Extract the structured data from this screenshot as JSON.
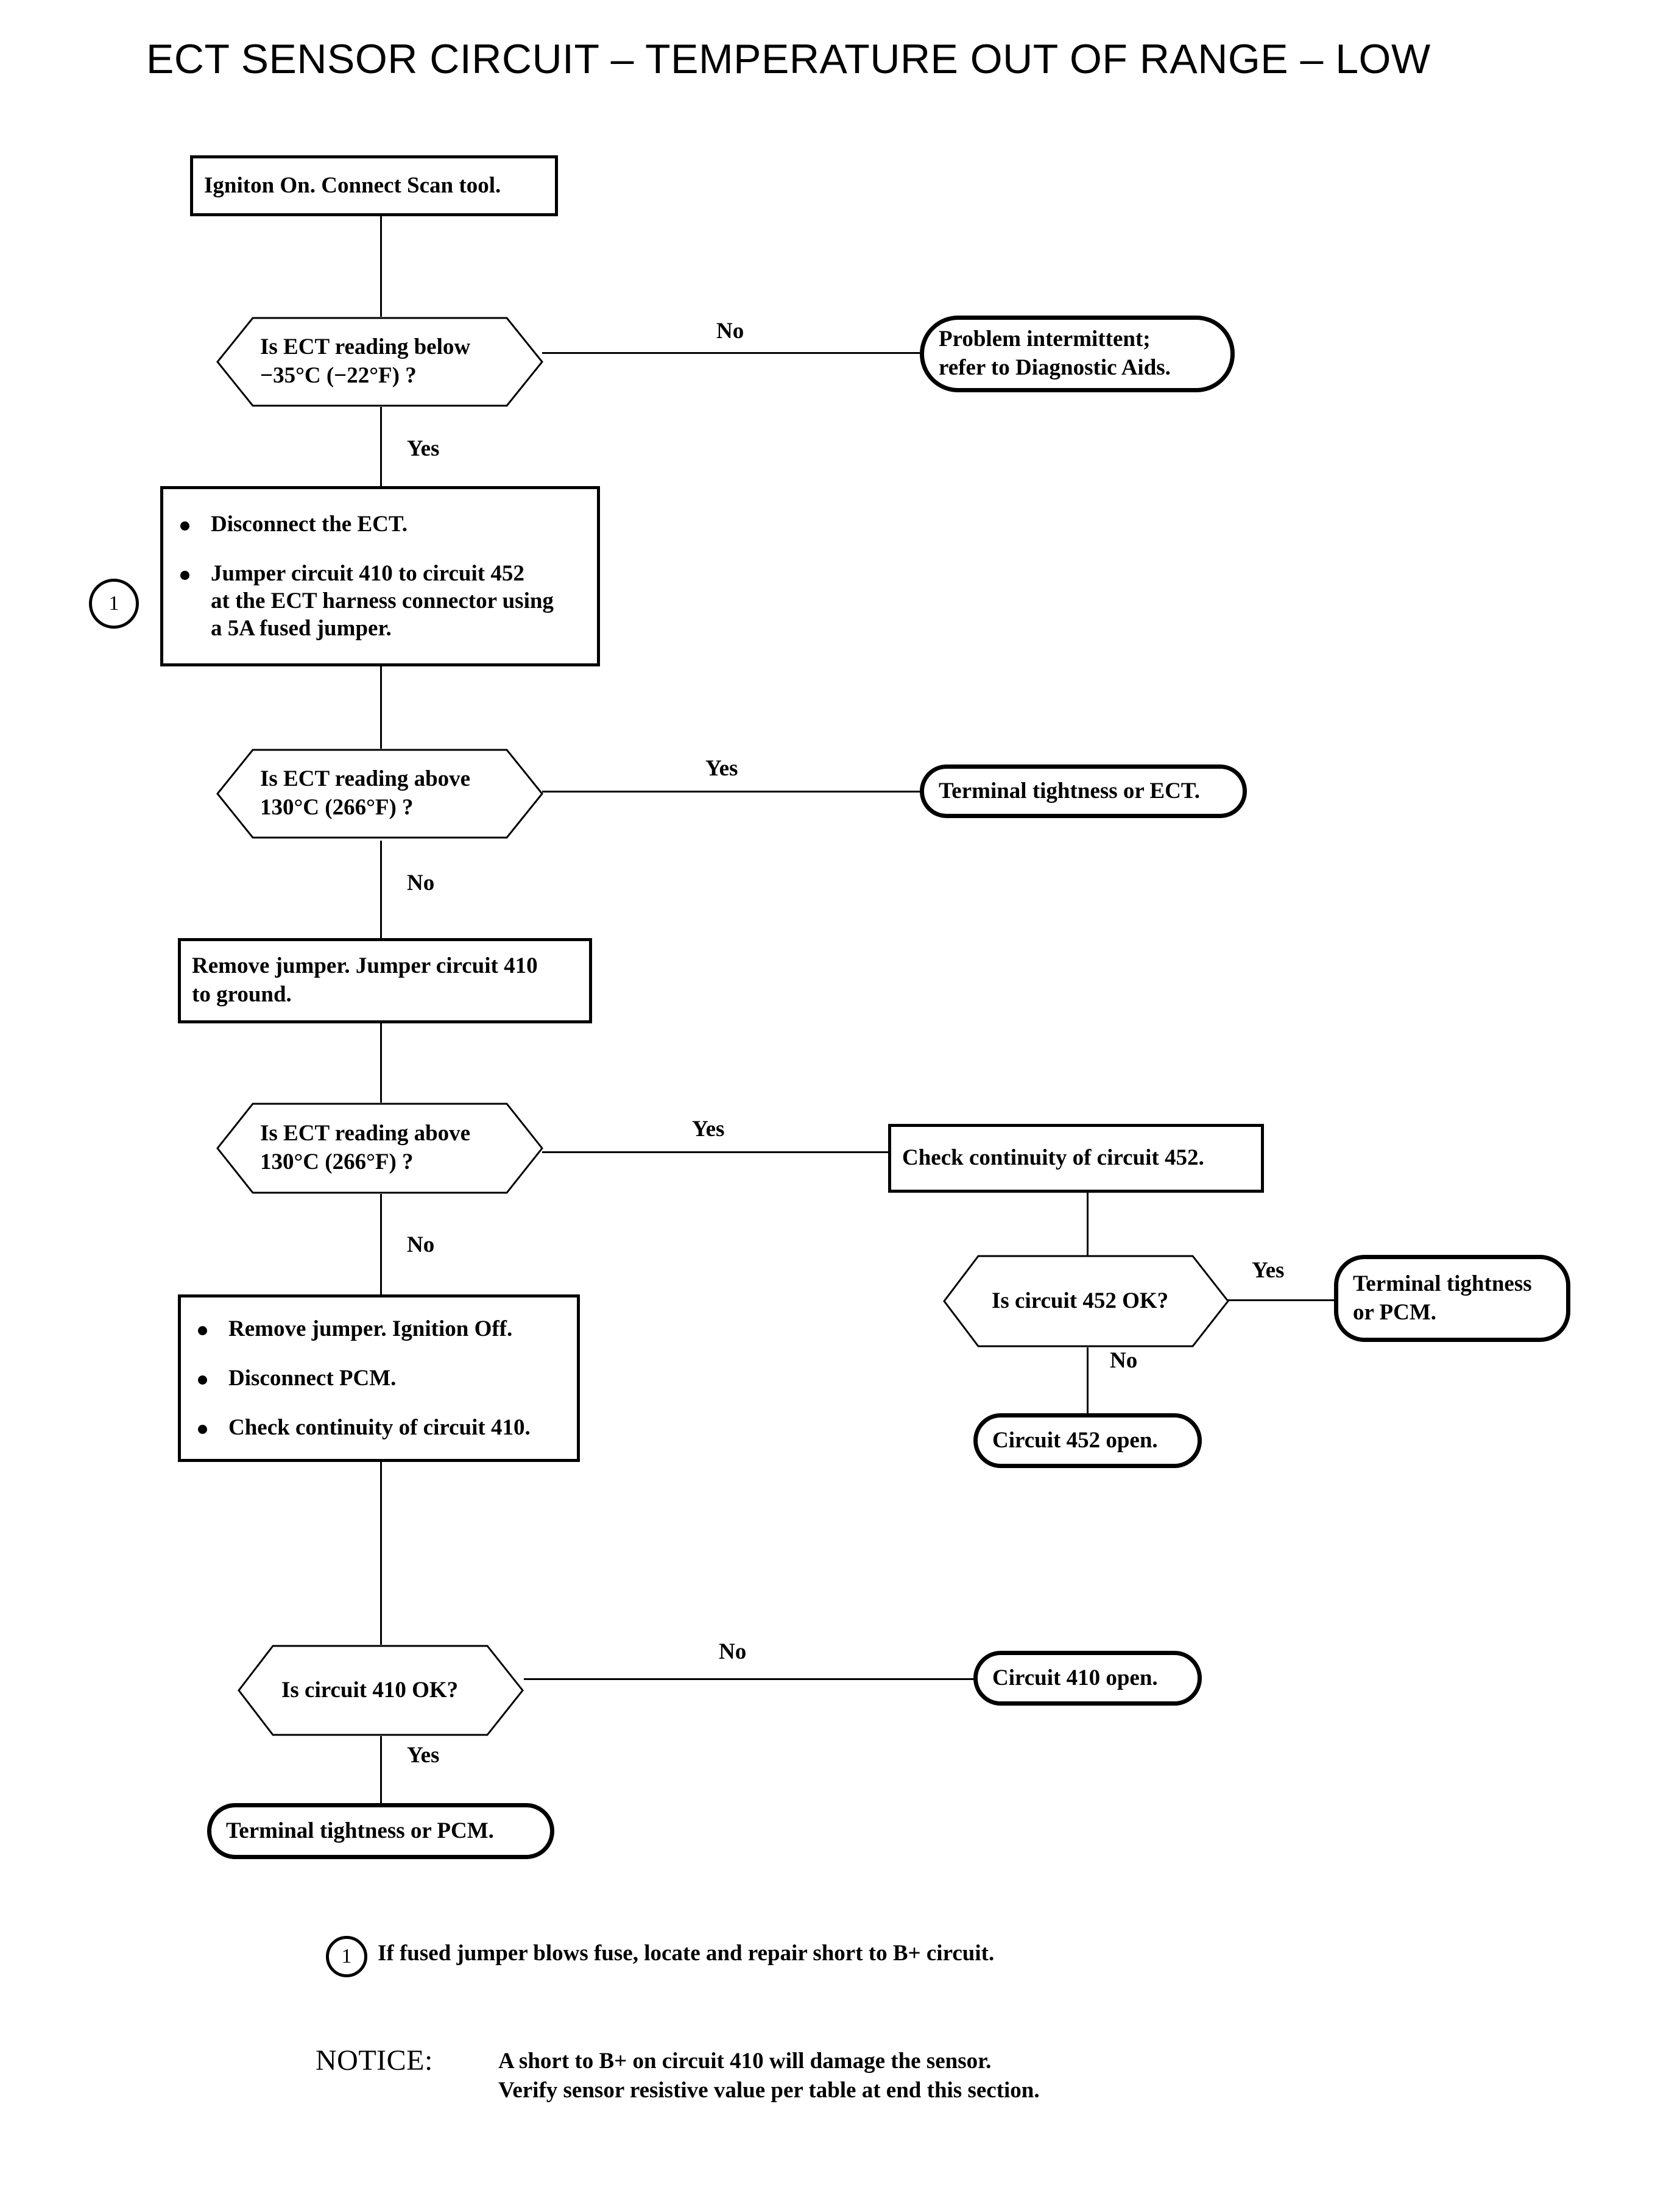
{
  "title": "ECT SENSOR CIRCUIT – TEMPERATURE OUT OF RANGE – LOW",
  "colors": {
    "ink": "#000000",
    "paper": "#ffffff"
  },
  "nodes": {
    "start": {
      "text": "Igniton On. Connect Scan tool."
    },
    "decision_ect_low": {
      "line1": "Is ECT reading below",
      "line2": "−35°C (−22°F) ?"
    },
    "intermittent": {
      "line1": "Problem intermittent;",
      "line2": "refer to Diagnostic Aids."
    },
    "jumper_step": {
      "bullets": [
        "Disconnect the ECT.",
        "Jumper circuit 410 to circuit 452"
      ],
      "bullet2_line2": "at the ECT harness connector using",
      "bullet2_line3": "a 5A fused jumper."
    },
    "decision_ect_high_1": {
      "line1": "Is ECT reading above",
      "line2": "130°C (266°F) ?"
    },
    "terminal_or_ect": {
      "text": "Terminal tightness or ECT."
    },
    "remove_jumper_ground": {
      "line1": "Remove jumper. Jumper circuit 410",
      "line2": "to ground."
    },
    "decision_ect_high_2": {
      "line1": "Is ECT reading above",
      "line2": "130°C (266°F) ?"
    },
    "check_452": {
      "text": "Check continuity of circuit 452."
    },
    "decision_452_ok": {
      "text": "Is circuit 452 OK?"
    },
    "terminal_or_pcm_right": {
      "line1": "Terminal tightness",
      "line2": "or PCM."
    },
    "circuit_452_open": {
      "text": "Circuit 452 open."
    },
    "pcm_step": {
      "bullets": [
        "Remove jumper. Ignition Off.",
        "Disconnect PCM.",
        "Check continuity of circuit 410."
      ]
    },
    "decision_410_ok": {
      "text": "Is circuit 410 OK?"
    },
    "circuit_410_open": {
      "text": "Circuit 410 open."
    },
    "terminal_or_pcm_bottom": {
      "text": "Terminal tightness or PCM."
    }
  },
  "edge_labels": {
    "no_1": "No",
    "yes_1": "Yes",
    "yes_2": "Yes",
    "no_2": "No",
    "yes_3": "Yes",
    "no_3": "No",
    "yes_452": "Yes",
    "no_452": "No",
    "no_410": "No",
    "yes_410": "Yes"
  },
  "callouts": {
    "one_side": "1",
    "one_footnote": "1"
  },
  "footnotes": {
    "note1": "If fused jumper blows fuse, locate and repair short to B+ circuit.",
    "notice_label": "NOTICE:",
    "notice_line1": "A short to B+ on circuit 410 will damage the sensor.",
    "notice_line2": "Verify sensor resistive value per table at end this section."
  }
}
